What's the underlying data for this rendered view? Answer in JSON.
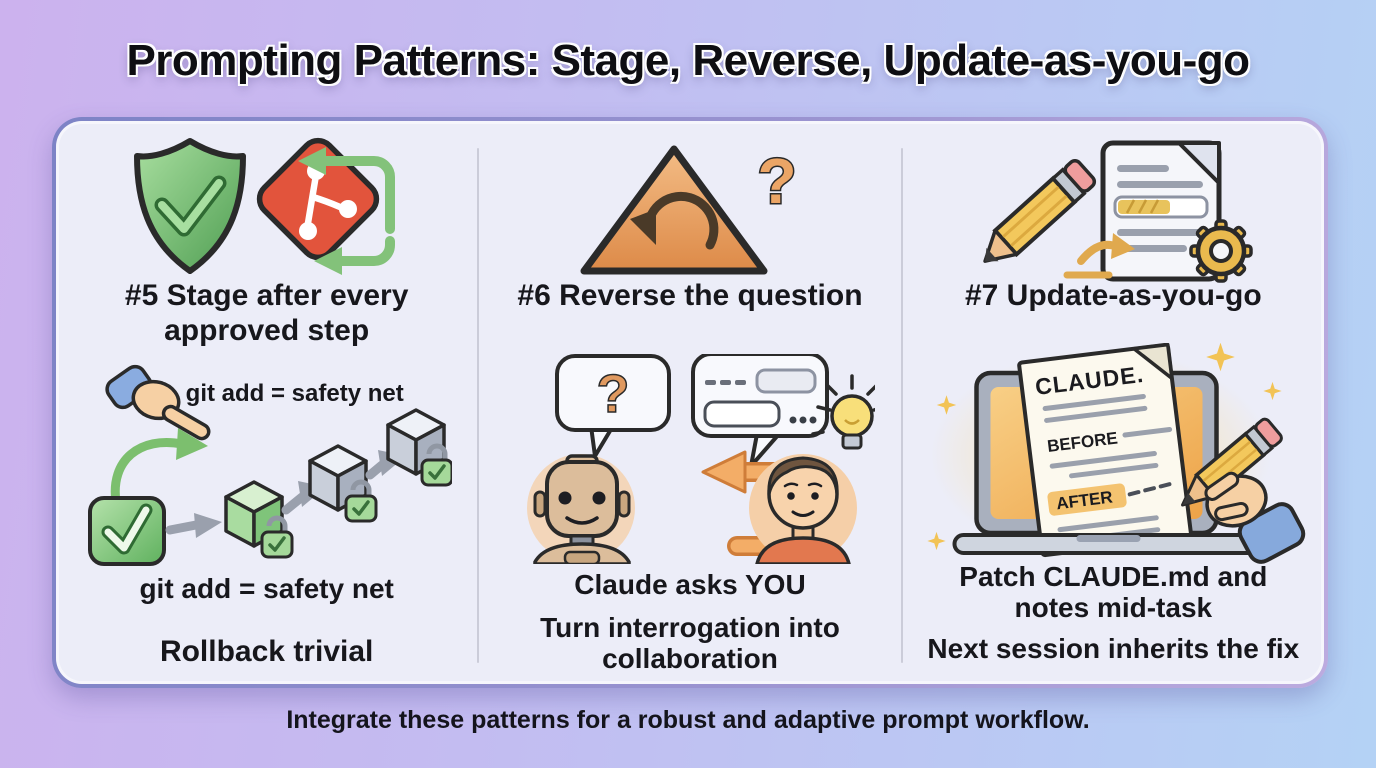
{
  "title": "Prompting Patterns: Stage, Reverse, Update-as-you-go",
  "footer": "Integrate these patterns for a robust and adaptive prompt workflow.",
  "glyphs": {
    "question": "?"
  },
  "colors": {
    "background_left": "#ccb2ee",
    "background_right": "#b4d2f5",
    "panel_fill": "#ecedf8",
    "panel_border": "#7d83c6",
    "divider": "#cbccd9",
    "text": "#17171c",
    "green_accent": "#6fbf6a",
    "git_orange": "#e2543c",
    "warning_orange": "#e89a5c",
    "arrow_orange": "#f3ad67",
    "gold_accent": "#e9ba4e"
  },
  "columns": [
    {
      "heading": "#5 Stage after every approved step",
      "icon_names": [
        "shield-check-icon",
        "git-logo-icon",
        "sync-arrows-icon"
      ],
      "callout": "git add = safety net",
      "caption_primary": "git add = safety net",
      "caption_secondary": "Rollback trivial"
    },
    {
      "heading": "#6 Reverse the question",
      "icon_names": [
        "warning-triangle-uturn-icon",
        "question-mark-icon"
      ],
      "caption_primary": "Claude asks YOU",
      "caption_secondary": "Turn interrogation into collaboration"
    },
    {
      "heading": "#7 Update-as-you-go",
      "icon_names": [
        "pencil-icon",
        "document-icon",
        "gear-icon"
      ],
      "doc_labels": {
        "title": "CLAUDE.",
        "before": "BEFORE",
        "after": "AFTER"
      },
      "caption_primary": "Patch CLAUDE.md and notes mid-task",
      "caption_secondary": "Next session inherits the fix"
    }
  ]
}
